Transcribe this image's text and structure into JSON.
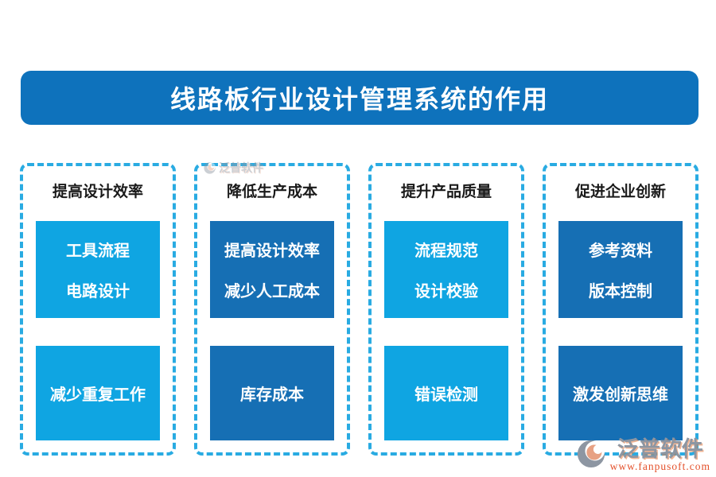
{
  "banner": {
    "title": "线路板行业设计管理系统的作用",
    "bg_color": "#0E72BC",
    "text_color": "#ffffff"
  },
  "colors": {
    "light_blue_box": "#0FA5E2",
    "dark_blue_box": "#166FB4",
    "dashed_border": "#29ABE2",
    "header_text": "#1a1a1a"
  },
  "columns": [
    {
      "header": "提高设计效率",
      "tone": "light",
      "top_items": [
        "工具流程",
        "电路设计"
      ],
      "bottom_item": "减少重复工作"
    },
    {
      "header": "降低生产成本",
      "tone": "dark",
      "top_items": [
        "提高设计效率",
        "减少人工成本"
      ],
      "bottom_item": "库存成本"
    },
    {
      "header": "提升产品质量",
      "tone": "light",
      "top_items": [
        "流程规范",
        "设计校验"
      ],
      "bottom_item": "错误检测"
    },
    {
      "header": "促进企业创新",
      "tone": "dark",
      "top_items": [
        "参考资料",
        "版本控制"
      ],
      "bottom_item": "激发创新思维"
    }
  ],
  "watermark": {
    "brand": "泛普软件"
  },
  "logo": {
    "brand": "泛普软件",
    "url": "www.fanpusoft.com",
    "brand_color": "#8d96a2",
    "url_color": "#e4502a"
  }
}
